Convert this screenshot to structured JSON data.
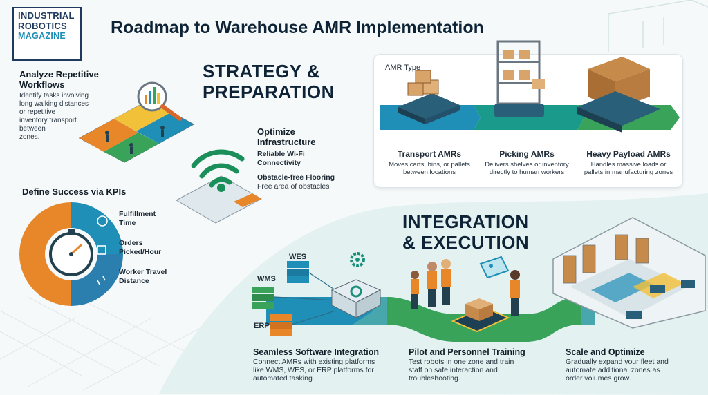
{
  "logo": {
    "line1": "INDUSTRIAL",
    "line2": "ROBOTICS",
    "line3": "MAGAZINE"
  },
  "title": "Roadmap to Warehouse AMR Implementation",
  "strategy": {
    "heading_line1": "STRATEGY &",
    "heading_line2": "PREPARATION",
    "analyze": {
      "title_line1": "Analyze Repetitive",
      "title_line2": "Workflows",
      "desc_lines": [
        "Identify tasks involving",
        "long walking distances",
        "or repetitive",
        "inventory transport",
        "between",
        "zones."
      ]
    },
    "infra": {
      "title_line1": "Optimize",
      "title_line2": "Infrastructure",
      "wifi_line1": "Reliable Wi-Fi",
      "wifi_line2": "Connectivity",
      "floor_title": "Obstacle-free Flooring",
      "floor_desc": "Free area of obstacles"
    },
    "kpi": {
      "title": "Define Success via KPIs",
      "items": [
        {
          "line1": "Fulfillment",
          "line2": "Time"
        },
        {
          "line1": "Orders",
          "line2": "Picked/Hour"
        },
        {
          "line1": "Worker Travel",
          "line2": "Distance"
        }
      ]
    },
    "amr": {
      "label": "AMR Type",
      "types": [
        {
          "name": "Transport AMRs",
          "desc_line1": "Moves carts, bins, or pallets",
          "desc_line2": "between locations"
        },
        {
          "name": "Picking AMRs",
          "desc_line1": "Delivers shelves or inventory",
          "desc_line2": "directly to human workers"
        },
        {
          "name": "Heavy Payload AMRs",
          "desc_line1": "Handles massive loads or",
          "desc_line2": "pallets in manufacturing zones"
        }
      ]
    }
  },
  "integration": {
    "heading_line1": "INTEGRATION",
    "heading_line2": "& EXECUTION",
    "systems": {
      "wes": "WES",
      "wms": "WMS",
      "erp": "ERP"
    },
    "steps": [
      {
        "title": "Seamless Software Integration",
        "lines": [
          "Connect AMRs with existing platforms",
          "like WMS, WES, or ERP platforms for",
          "automated tasking."
        ]
      },
      {
        "title": "Pilot and Personnel Training",
        "lines": [
          "Test robots in one zone and train",
          "staff on safe interaction and",
          "troubleshooting."
        ]
      },
      {
        "title": "Scale and Optimize",
        "lines": [
          "Gradually expand your fleet and",
          "automate additional zones as",
          "order volumes grow."
        ]
      }
    ]
  },
  "colors": {
    "navy": "#1e3a5f",
    "blue": "#1f8fb8",
    "teal": "#1a9a8a",
    "green": "#3aa35a",
    "orange": "#e8862a",
    "yellow": "#f2c13a"
  }
}
